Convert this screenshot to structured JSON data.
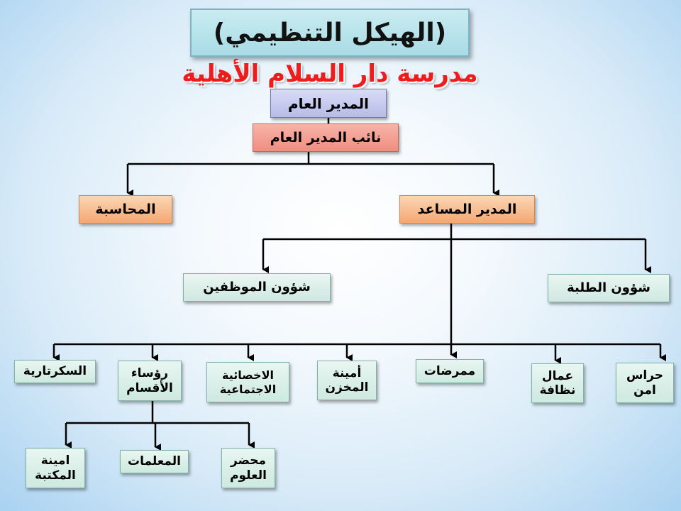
{
  "title": "(الهيكل التنظيمي)",
  "school_name": "مدرسة دار السلام الأهلية",
  "nodes": {
    "general_director": "المدير العام",
    "deputy_director": "نائب المدير العام",
    "assistant_director": "المدير المساعد",
    "accounting": "المحاسبة",
    "staff_affairs": "شؤون الموظفين",
    "student_affairs": "شؤون الطلبة",
    "secretariat": "السكرتارية",
    "dept_heads_1": "رؤساء",
    "dept_heads_2": "الأقسام",
    "social_1": "الاخصائية",
    "social_2": "الاجتماعية",
    "storekeeper_1": "أمينة",
    "storekeeper_2": "المخزن",
    "nurses": "ممرضات",
    "cleaners_1": "عمال",
    "cleaners_2": "نظافة",
    "guards_1": "حراس",
    "guards_2": "امن",
    "librarian_1": "امينة",
    "librarian_2": "المكتبة",
    "teachers": "المعلمات",
    "lab_1": "محضر",
    "lab_2": "العلوم"
  },
  "colors": {
    "title_bg": "#b9e3ec",
    "school_text": "#ee1c1c",
    "director_bg": "#c2c6ee",
    "deputy_bg": "#f29c90",
    "assistant_bg": "#f7b98a",
    "unit_bg": "#d9efe8"
  }
}
